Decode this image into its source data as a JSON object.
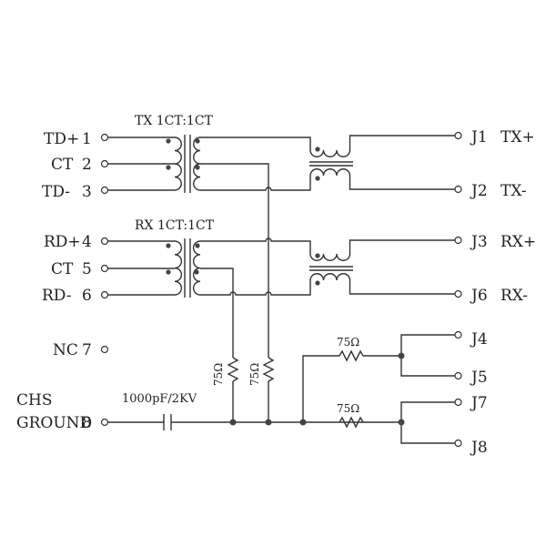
{
  "diagram": {
    "left_pins": [
      {
        "name": "TD+",
        "number": "1"
      },
      {
        "name": "CT",
        "number": "2"
      },
      {
        "name": "TD-",
        "number": "3"
      },
      {
        "name": "RD+",
        "number": "4"
      },
      {
        "name": "CT",
        "number": "5"
      },
      {
        "name": "RD-",
        "number": "6"
      },
      {
        "name": "NC",
        "number": "7"
      },
      {
        "name": "CHS",
        "number": ""
      },
      {
        "name": "GROUND",
        "number": "8"
      }
    ],
    "transformers": [
      {
        "label": "TX 1CT:1CT"
      },
      {
        "label": "RX 1CT:1CT"
      }
    ],
    "right_pins": [
      {
        "connector": "J1",
        "signal": "TX+"
      },
      {
        "connector": "J2",
        "signal": "TX-"
      },
      {
        "connector": "J3",
        "signal": "RX+"
      },
      {
        "connector": "J6",
        "signal": "RX-"
      },
      {
        "connector": "J4",
        "signal": ""
      },
      {
        "connector": "J5",
        "signal": ""
      },
      {
        "connector": "J7",
        "signal": ""
      },
      {
        "connector": "J8",
        "signal": ""
      }
    ],
    "capacitor": {
      "label": "1000pF/2KV"
    },
    "resistors": [
      {
        "label": "75Ω"
      },
      {
        "label": "75Ω"
      },
      {
        "label": "75Ω"
      },
      {
        "label": "75Ω"
      }
    ]
  }
}
